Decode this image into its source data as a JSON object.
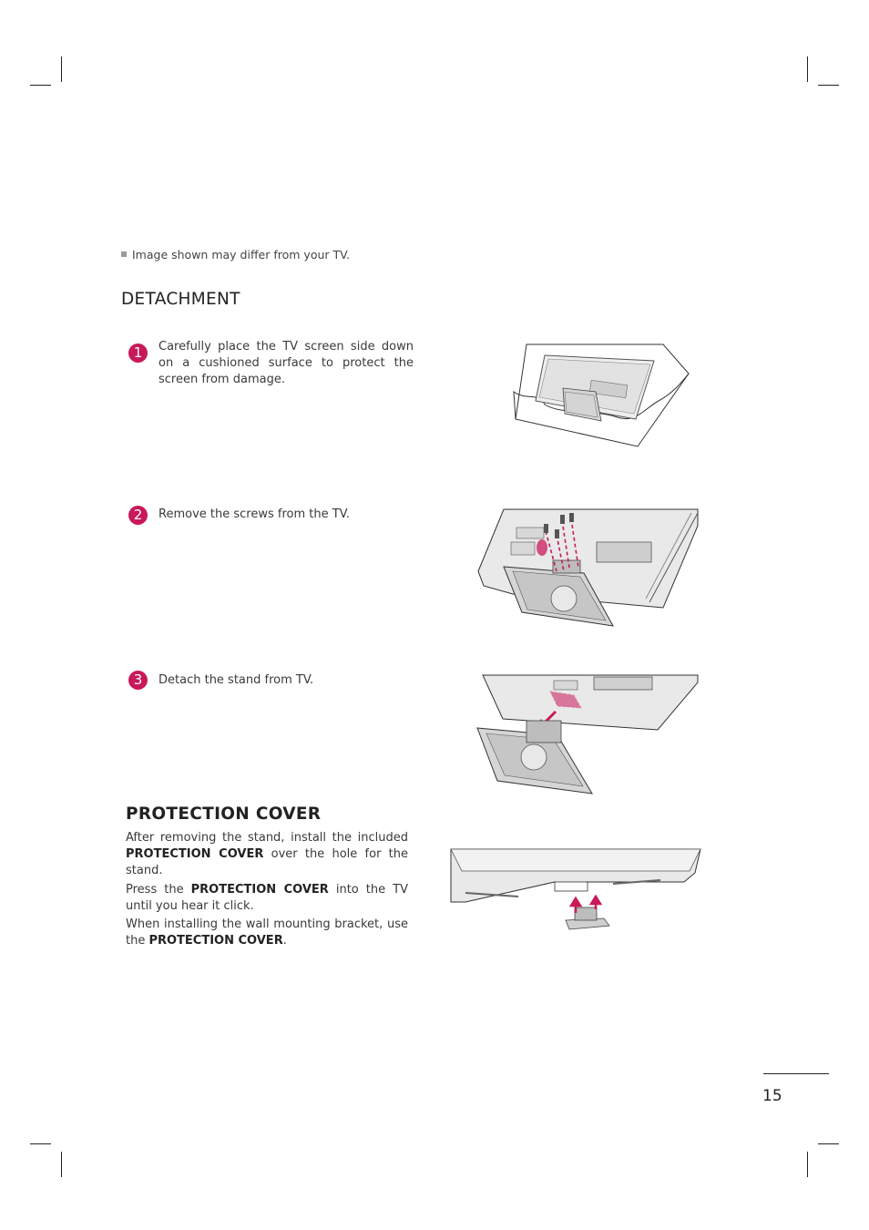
{
  "note": "Image shown may differ from your TV.",
  "detachment": {
    "title": "DETACHMENT",
    "steps": [
      {
        "num": "1",
        "text": "Carefully place the TV screen side down on a cushioned surface to protect the screen from damage."
      },
      {
        "num": "2",
        "text": "Remove the screws from the TV."
      },
      {
        "num": "3",
        "text": "Detach the stand from TV."
      }
    ]
  },
  "protection_cover": {
    "title": "PROTECTION COVER",
    "p1_a": "After removing the stand, install the included ",
    "p1_b": "PROTECTION COVER",
    "p1_c": " over the hole for the stand.",
    "p2_a": "Press the ",
    "p2_b": "PROTECTION COVER",
    "p2_c": " into the TV until you hear it click.",
    "p3_a": "When installing the wall mounting bracket, use the ",
    "p3_b": "PROTECTION COVER",
    "p3_c": "."
  },
  "page_number": "15",
  "colors": {
    "accent": "#c8195a"
  }
}
